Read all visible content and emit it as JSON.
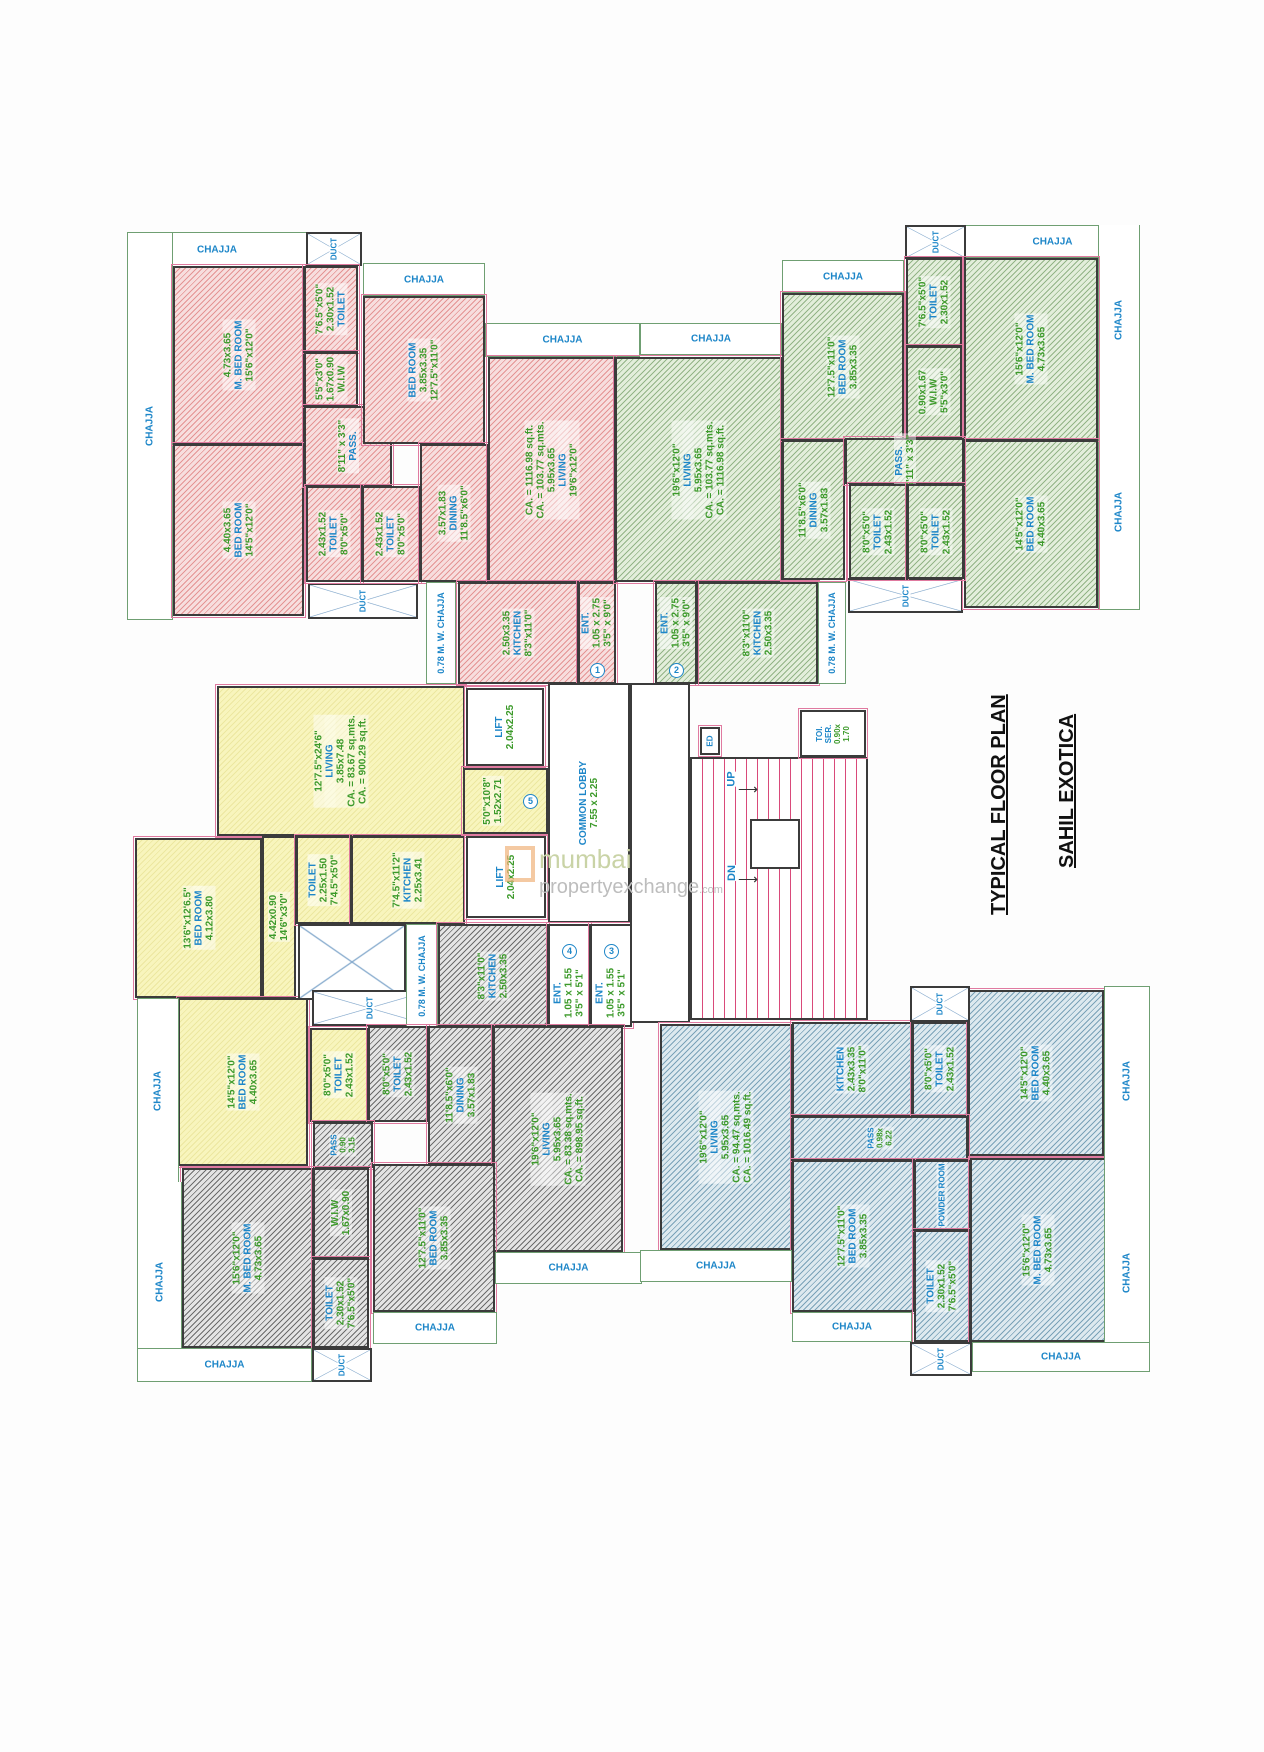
{
  "title": "TYPICAL FLOOR PLAN",
  "project": "SAHIL EXOTICA",
  "watermark": {
    "line1": "mumbai",
    "line2": "propertyexchange",
    "suffix": ".com"
  },
  "colors": {
    "unit_1": "#f7dede",
    "unit_2": "#e3eedb",
    "unit_5": "#f8f5bd",
    "unit_4": "#e4e4e4",
    "unit_3": "#dde9ef",
    "label": "#1d86c8",
    "dimension": "#3c9a2a"
  },
  "chajja": "CHAJJA",
  "mw_chajja": "0.78 M. W. CHAJJA",
  "duct": "DUCT",
  "unit_1": {
    "number": "1",
    "rooms": [
      [
        "4.73x3.65",
        "M. BED ROOM",
        "15'6\"x12'0\""
      ],
      [
        "4.40x3.65",
        "BED ROOM",
        "14'5\"x12'0\""
      ],
      [
        "7'6.5\"x5'0\"",
        "2.30x1.52",
        "TOILET"
      ],
      [
        "5'5\"x3'0\"",
        "1.67x0.90",
        "W.I.W"
      ],
      [
        "8'11\" x 3'3\"",
        "PASS."
      ],
      [
        "2.43x1.52",
        "TOILET",
        "8'0\"x5'0\""
      ],
      [
        "2.43x1.52",
        "TOILET",
        "8'0\"x5'0\""
      ],
      [
        "BED ROOM",
        "3.85x3.35",
        "12'7.5\"x11'0\""
      ],
      [
        "3.57x1.83",
        "DINING",
        "11'8.5\"x6'0\""
      ],
      [
        "CA. = 1116.98 sq.ft.",
        "CA. = 103.77 sq.mts.",
        "5.95x3.65",
        "LIVING",
        "19'6\"x12'0\""
      ],
      [
        "2.50x3.35",
        "KITCHEN",
        "8'3\"x11'0\""
      ],
      [
        "ENT.",
        "1.05 x 2.75",
        "3'5\" x 9'0\""
      ]
    ]
  },
  "unit_2": {
    "number": "2",
    "rooms": [
      [
        "19'6\"x12'0\"",
        "LIVING",
        "5.95x3.65",
        "CA. = 103.77 sq.mts.",
        "CA. = 1116.98 sq.ft."
      ],
      [
        "12'7.5\"x11'0\"",
        "BED ROOM",
        "3.85x3.35"
      ],
      [
        "7'6.5\"x5'0\"",
        "TOILET",
        "2.30x1.52"
      ],
      [
        "0.90x1.67",
        "W.I.W",
        "5'5\"x3'0\""
      ],
      [
        "15'6\"x12'0\"",
        "M. BED ROOM",
        "4.73x3.65"
      ],
      [
        "14'5\"x12'0\"",
        "BED ROOM",
        "4.40x3.65"
      ],
      [
        "11'8.5\"x6'0\"",
        "DINING",
        "3.57x1.83"
      ],
      [
        "PASS.",
        "8'11\" x 3'3\""
      ],
      [
        "8'0\"x5'0\"",
        "TOILET",
        "2.43x1.52"
      ],
      [
        "8'0\"x5'0\"",
        "TOILET",
        "2.43x1.52"
      ],
      [
        "8'3\"x11'0\"",
        "KITCHEN",
        "2.50x3.35"
      ],
      [
        "ENT.",
        "1.05 x 2.75",
        "3'5\" x 9'0\""
      ]
    ]
  },
  "unit_5": {
    "number": "5",
    "rooms": [
      [
        "12'7.5\"x24'6\"",
        "LIVING",
        "3.85x7.48",
        "CA. = 83.67 sq.mts.",
        "CA. = 900.29 sq.ft."
      ],
      [
        "13'6\"x12'6.5\"",
        "BED ROOM",
        "4.12x3.80"
      ],
      [
        "4.42x0.90",
        "14'6\"x3'0\""
      ],
      [
        "TOILET",
        "2.25x1.50",
        "7'4.5\"x5'0\""
      ],
      [
        "7'4.5\"x11'2\"",
        "KITCHEN",
        "2.25x3.41"
      ],
      [
        "14'5\"x12'0\"",
        "BED ROOM",
        "4.40x3.65"
      ],
      [
        "8'0\"x5'0\"",
        "TOILET",
        "2.43x1.52"
      ],
      [
        "5'0\"x10'8\"",
        "1.52x2.71"
      ]
    ]
  },
  "core": {
    "lift_1": [
      "LIFT",
      "2.04x2.25"
    ],
    "lift_2": [
      "LIFT",
      "2.04x2.25"
    ],
    "lobby": [
      "COMMON LOBBY",
      "7.55 x 2.25"
    ],
    "toi_ser": [
      "TOI.",
      "SER.",
      "0.90x",
      "1.70"
    ],
    "ed": "ED",
    "up": "UP",
    "dn": "DN"
  },
  "unit_4": {
    "number": "4",
    "rooms": [
      [
        "8'3\"x11'0\"",
        "KITCHEN",
        "2.50x3.35"
      ],
      [
        "ENT.",
        "1.05 x 1.55",
        "3'5\" x 5'1\""
      ],
      [
        "8'0\"x5'0\"",
        "TOILET",
        "2.43x1.52"
      ],
      [
        "11'8.5\"x6'0\"",
        "DINING",
        "3.57x1.83"
      ],
      [
        "19'6\"x12'0\"",
        "LIVING",
        "5.95x3.65",
        "CA. = 83.38 sq.mts.",
        "CA. = 898.95 sq.ft."
      ],
      [
        "PASS",
        "0.90",
        "3.15"
      ],
      [
        "15'6\"x12'0\"",
        "M. BED ROOM",
        "4.73x3.65"
      ],
      [
        "W.I.W",
        "1.67x0.90"
      ],
      [
        "TOILET",
        "2.30x1.52",
        "7'6.5\"x5'0\""
      ],
      [
        "12'7.5\"x11'0\"",
        "BED ROOM",
        "3.85x3.35"
      ]
    ]
  },
  "unit_3": {
    "number": "3",
    "rooms": [
      [
        "ENT.",
        "1.05 x 1.55",
        "3'5\" x 5'1\""
      ],
      [
        "19'6\"x12'0\"",
        "LIVING",
        "5.95x3.65",
        "CA. = 94.47 sq.mts.",
        "CA. = 1016.49 sq.ft."
      ],
      [
        "KITCHEN",
        "2.43x3.35",
        "8'0\"x11'0\""
      ],
      [
        "8'0\"x5'0\"",
        "TOILET",
        "2.43x1.52"
      ],
      [
        "14'5\"x12'0\"",
        "BED ROOM",
        "4.40x3.65"
      ],
      [
        "PASS",
        "0.98x",
        "6.22"
      ],
      [
        "12'7.5\"x11'0\"",
        "BED ROOM",
        "3.85x3.35"
      ],
      [
        "POWDER ROOM"
      ],
      [
        "TOILET",
        "2.30x1.52",
        "7'6.5\"x5'0\""
      ],
      [
        "15'6\"x12'0\"",
        "M. BED ROOM",
        "4.73x3.65"
      ]
    ]
  }
}
